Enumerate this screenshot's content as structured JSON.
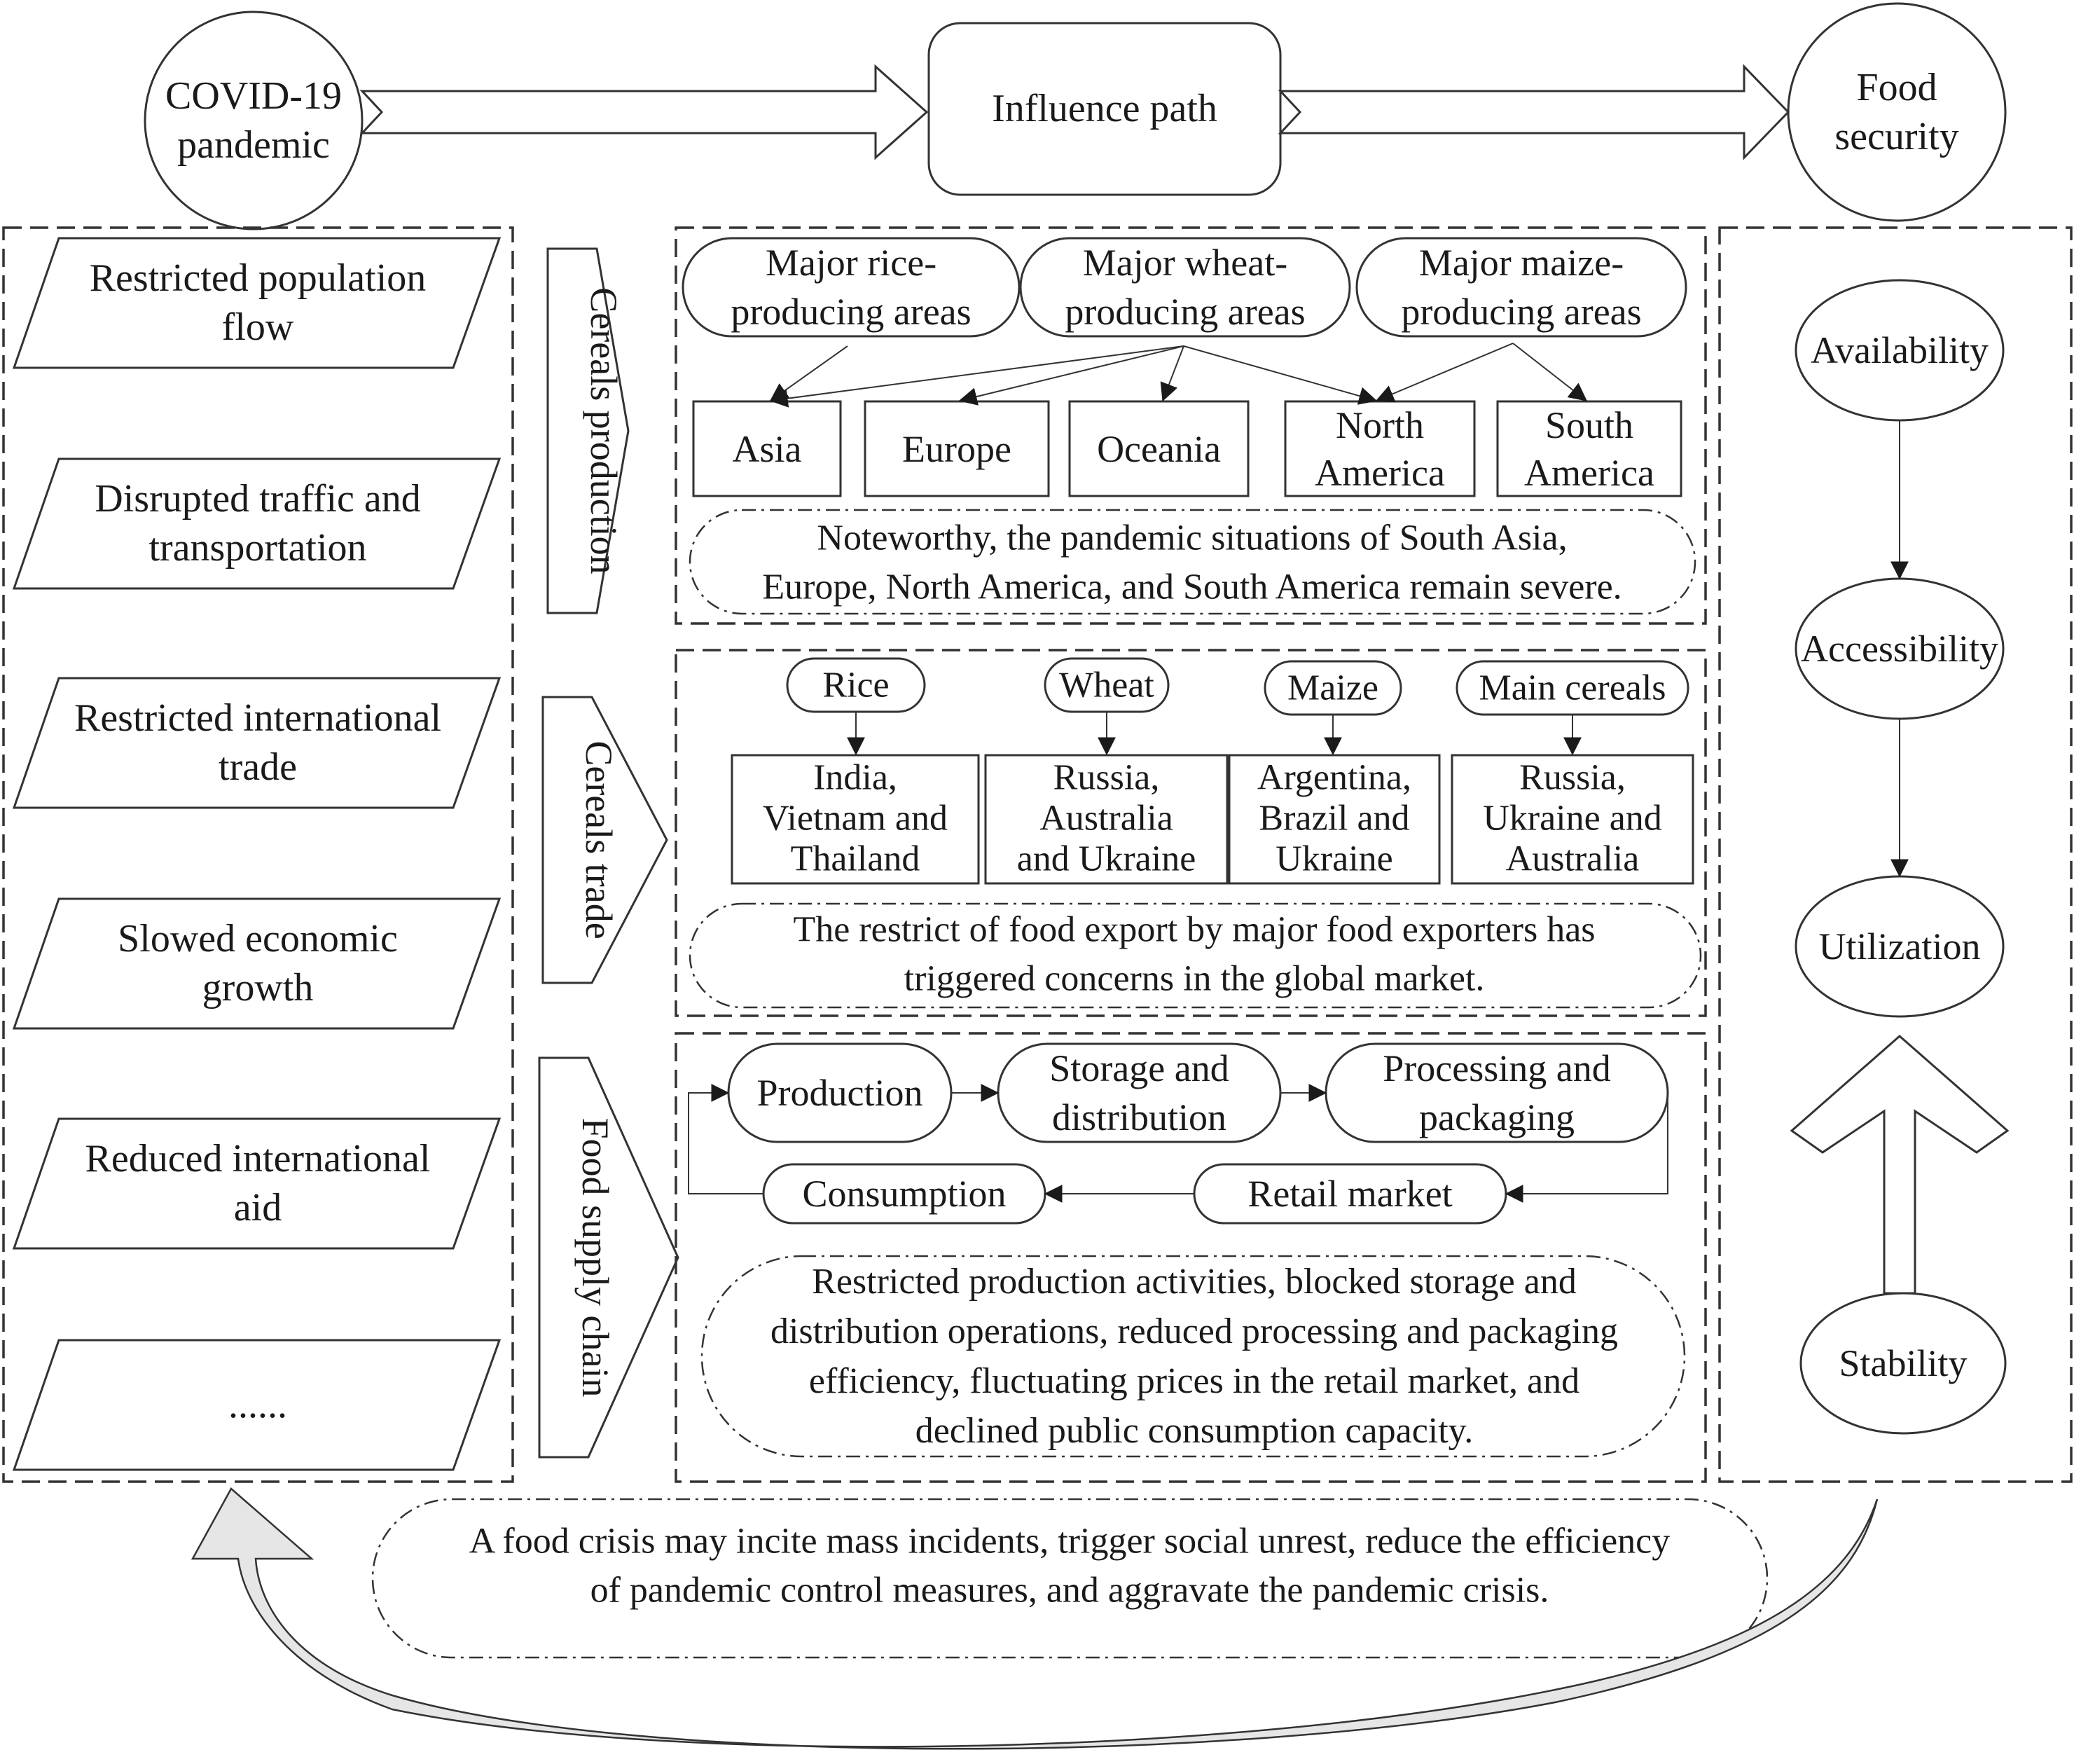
{
  "header": {
    "source": [
      "COVID-19",
      "pandemic"
    ],
    "path": "Influence path",
    "target": [
      "Food",
      "security"
    ]
  },
  "impacts": [
    [
      "Restricted population",
      "flow"
    ],
    [
      "Disrupted traffic and",
      "transportation"
    ],
    [
      "Restricted international",
      "trade"
    ],
    [
      "Slowed economic",
      "growth"
    ],
    [
      "Reduced international",
      "aid"
    ],
    [
      "......"
    ]
  ],
  "production": {
    "label": "Cereals production",
    "areas": [
      [
        "Major rice-",
        "producing areas"
      ],
      [
        "Major wheat-",
        "producing areas"
      ],
      [
        "Major maize-",
        "producing areas"
      ]
    ],
    "regions": [
      [
        "Asia"
      ],
      [
        "Europe"
      ],
      [
        "Oceania"
      ],
      [
        "North",
        "America"
      ],
      [
        "South",
        "America"
      ]
    ],
    "note": [
      "Noteworthy, the pandemic situations of South Asia,",
      "Europe, North America, and South America remain severe."
    ]
  },
  "trade": {
    "label": "Cereals trade",
    "crops": [
      "Rice",
      "Wheat",
      "Maize",
      "Main cereals"
    ],
    "exporters": [
      [
        "India,",
        "Vietnam and",
        "Thailand"
      ],
      [
        "Russia,",
        "Australia",
        "and Ukraine"
      ],
      [
        "Argentina,",
        "Brazil and",
        "Ukraine"
      ],
      [
        "Russia,",
        "Ukraine and",
        "Australia"
      ]
    ],
    "note": [
      "The restrict of food export by major food exporters has",
      "triggered concerns in the global market."
    ]
  },
  "supply_chain": {
    "label": "Food supply chain",
    "stages": {
      "production": [
        "Production"
      ],
      "storage": [
        "Storage and",
        "distribution"
      ],
      "processing": [
        "Processing and",
        "packaging"
      ],
      "retail": [
        "Retail market"
      ],
      "consumption": [
        "Consumption"
      ]
    },
    "note": [
      "Restricted production activities, blocked storage and",
      "distribution operations, reduced processing and packaging",
      "efficiency, fluctuating prices in the retail market, and",
      "declined public consumption capacity."
    ]
  },
  "security": [
    "Availability",
    "Accessibility",
    "Utilization",
    "Stability"
  ],
  "feedback": [
    "A food crisis may incite mass incidents, trigger social unrest, reduce the efficiency",
    "of pandemic control measures, and aggravate the pandemic crisis."
  ]
}
